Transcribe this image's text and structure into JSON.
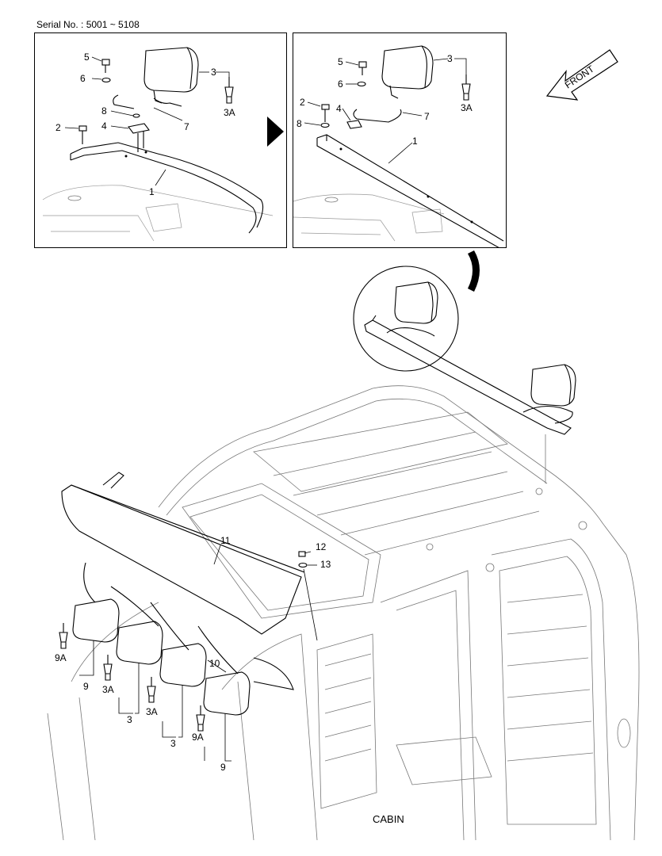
{
  "header": {
    "serial": "Serial No. : 5001 ~ 5108"
  },
  "footer": {
    "section": "CABIN"
  },
  "front_label": "FRONT",
  "callouts_left": [
    "5",
    "6",
    "3",
    "3A",
    "8",
    "4",
    "2",
    "7",
    "1"
  ],
  "callouts_right": [
    "5",
    "3",
    "6",
    "3A",
    "2",
    "4",
    "8",
    "7",
    "1"
  ],
  "callouts_main": [
    "11",
    "12",
    "13",
    "9A",
    "9",
    "3A",
    "3",
    "3A",
    "3",
    "10",
    "9A",
    "9"
  ]
}
